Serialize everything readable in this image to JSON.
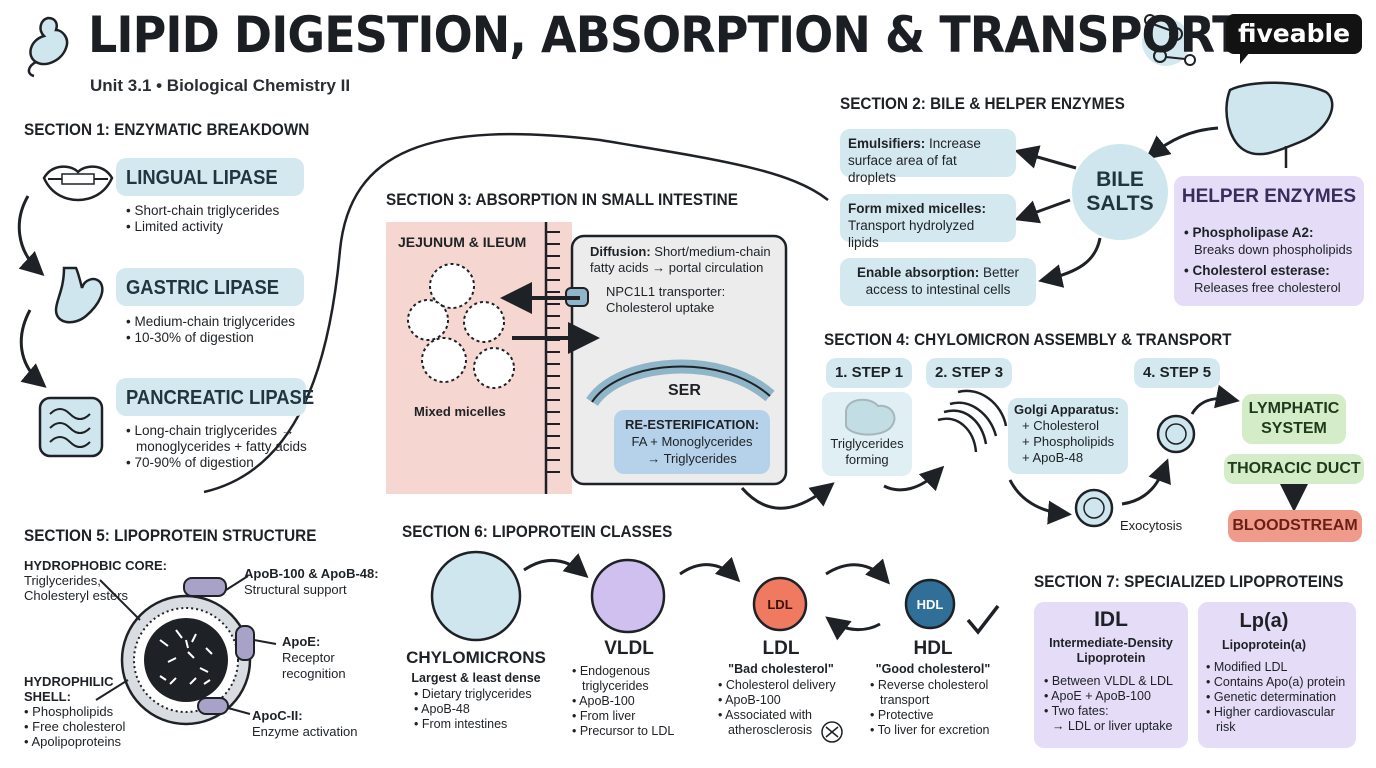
{
  "header": {
    "title": "LIPID DIGESTION, ABSORPTION & TRANSPORT",
    "subtitle": "Unit 3.1 • Biological Chemistry II",
    "logo": "fiveable"
  },
  "section1": {
    "heading": "SECTION 1: ENZYMATIC BREAKDOWN",
    "enzymes": [
      {
        "name": "LINGUAL LIPASE",
        "points": [
          "• Short-chain triglycerides",
          "• Limited activity"
        ]
      },
      {
        "name": "GASTRIC LIPASE",
        "points": [
          "• Medium-chain triglycerides",
          "• 10-30% of digestion"
        ]
      },
      {
        "name": "PANCREATIC LIPASE",
        "points": [
          "• Long-chain triglycerides →",
          "monoglycerides + fatty acids",
          "• 70-90% of digestion"
        ]
      }
    ]
  },
  "section2": {
    "heading": "SECTION 2: BILE & HELPER ENZYMES",
    "bile_salts": "BILE SALTS",
    "roles": [
      {
        "bold": "Emulsifiers:",
        "rest": "Increase",
        "line2": "surface area of fat droplets"
      },
      {
        "bold": "Form mixed micelles:",
        "rest": "",
        "line2": "Transport hydrolyzed lipids"
      },
      {
        "bold": "Enable absorption:",
        "rest": "Better",
        "line2": "access to intestinal cells"
      }
    ],
    "helper_title": "HELPER ENZYMES",
    "helpers": [
      {
        "name": "• Phospholipase A2:",
        "desc": "Breaks down phospholipids"
      },
      {
        "name": "• Cholesterol esterase:",
        "desc": "Releases free cholesterol"
      }
    ]
  },
  "section3": {
    "heading": "SECTION 3: ABSORPTION IN SMALL INTESTINE",
    "region": "JEJUNUM & ILEUM",
    "micelles_label": "Mixed micelles",
    "diffusion_bold": "Diffusion:",
    "diffusion_rest": "Short/medium-chain",
    "diffusion_line2": "fatty acids → portal circulation",
    "transporter_line1": "NPC1L1 transporter:",
    "transporter_line2": "Cholesterol uptake",
    "ser": "SER",
    "reester_title": "RE-ESTERIFICATION:",
    "reester_line1": "FA + Monoglycerides",
    "reester_line2": "→ Triglycerides"
  },
  "section4": {
    "heading": "SECTION 4: CHYLOMICRON ASSEMBLY & TRANSPORT",
    "step1": "1. STEP 1",
    "step3": "2. STEP 3",
    "step5": "4. STEP 5",
    "tg_line1": "Triglycerides",
    "tg_line2": "forming",
    "golgi_title": "Golgi Apparatus:",
    "golgi_items": [
      "+ Cholesterol",
      "+ Phospholipids",
      "+ ApoB-48"
    ],
    "exocytosis": "Exocytosis",
    "lymphatic": [
      "LYMPHATIC",
      "SYSTEM"
    ],
    "thoracic": "THORACIC DUCT",
    "bloodstream": "BLOODSTREAM"
  },
  "section5": {
    "heading": "SECTION 5: LIPOPROTEIN STRUCTURE",
    "core_title": "HYDROPHOBIC CORE:",
    "core_items": [
      "Triglycerides,",
      "Cholesteryl esters"
    ],
    "shell_title": [
      "HYDROPHILIC",
      "SHELL:"
    ],
    "shell_items": [
      "• Phospholipids",
      "• Free cholesterol",
      "• Apolipoproteins"
    ],
    "apob_title": "ApoB-100 & ApoB-48:",
    "apob_desc": "Structural support",
    "apoe_title": "ApoE:",
    "apoe_desc": [
      "Receptor",
      "recognition"
    ],
    "apoc_title": "ApoC-II:",
    "apoc_desc": "Enzyme activation"
  },
  "section6": {
    "heading": "SECTION 6: LIPOPROTEIN CLASSES",
    "classes": [
      {
        "name": "CHYLOMICRONS",
        "subtitle": "Largest & least dense",
        "points": [
          "• Dietary triglycerides",
          "• ApoB-48",
          "• From intestines"
        ]
      },
      {
        "name": "VLDL",
        "subtitle": "",
        "points": [
          "• Endogenous",
          "triglycerides",
          "• ApoB-100",
          "• From liver",
          "• Precursor to LDL"
        ]
      },
      {
        "name": "LDL",
        "subtitle": "\"Bad cholesterol\"",
        "badge": "LDL",
        "points": [
          "• Cholesterol delivery",
          "• ApoB-100",
          "• Associated with",
          "atherosclerosis"
        ]
      },
      {
        "name": "HDL",
        "subtitle": "\"Good cholesterol\"",
        "badge": "HDL",
        "points": [
          "• Reverse cholesterol",
          "transport",
          "• Protective",
          "• To liver for excretion"
        ]
      }
    ]
  },
  "section7": {
    "heading": "SECTION 7: SPECIALIZED LIPOPROTEINS",
    "idl": {
      "name": "IDL",
      "sub": [
        "Intermediate-Density",
        "Lipoprotein"
      ],
      "points": [
        "• Between VLDL & LDL",
        "• ApoE + ApoB-100",
        "• Two fates:",
        "→ LDL or liver uptake"
      ]
    },
    "lpa": {
      "name": "Lp(a)",
      "sub": [
        "Lipoprotein(a)"
      ],
      "points": [
        "• Modified LDL",
        "• Contains Apo(a) protein",
        "• Genetic determination",
        "• Higher cardiovascular",
        "risk"
      ]
    }
  },
  "colors": {
    "blue_card": "#d4e9ef",
    "purple_card": "#e5dcf7",
    "pink_card": "#f6d6d0",
    "green_card": "#d4ecc8",
    "salmon_card": "#ef9a8a",
    "ldl_badge": "#f07a5f",
    "hdl_badge": "#2f6f98"
  },
  "icons": [
    "stomach-icon",
    "molecule-icon",
    "lips-icon",
    "intestine-icon",
    "liver-icon",
    "dna-icon",
    "warning-icon",
    "check-icon"
  ]
}
